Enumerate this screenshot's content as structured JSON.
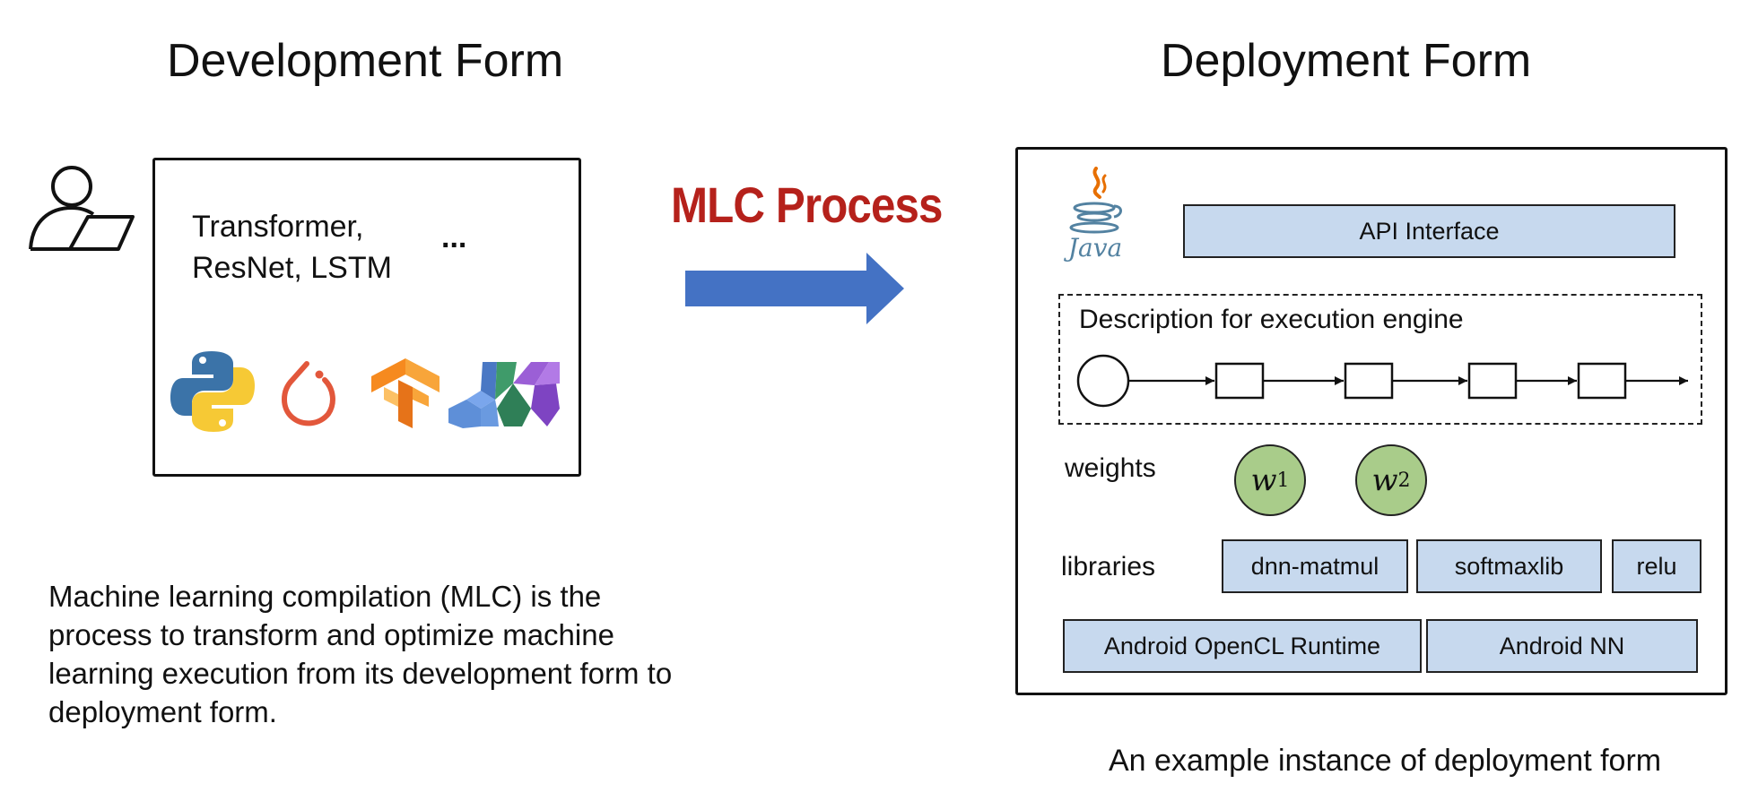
{
  "left": {
    "title": "Development Form",
    "models_line1": "Transformer,",
    "models_line2": "ResNet, LSTM",
    "ellipsis": "...",
    "frameworks": [
      "python-logo-icon",
      "pytorch-logo-icon",
      "tensorflow-logo-icon",
      "jax-logo-icon"
    ],
    "description": "Machine learning compilation (MLC) is the process to transform and optimize machine learning execution from its development form to deployment form."
  },
  "middle": {
    "process_label": "MLC Process",
    "arrow_color": "#4472c4",
    "label_color": "#b5211b"
  },
  "right": {
    "title": "Deployment Form",
    "java_label": "Java",
    "api_interface": "API Interface",
    "engine_label": "Description for execution engine",
    "weights_label": "weights",
    "weights": [
      {
        "symbol": "w",
        "sub": "1"
      },
      {
        "symbol": "w",
        "sub": "2"
      }
    ],
    "libraries_label": "libraries",
    "libraries": [
      "dnn-matmul",
      "softmaxlib",
      "relu"
    ],
    "runtimes": [
      "Android OpenCL Runtime",
      "Android NN"
    ],
    "caption": "An example instance of deployment form",
    "box_fill": "#c7d9ee",
    "weight_fill": "#a9cc8a"
  }
}
